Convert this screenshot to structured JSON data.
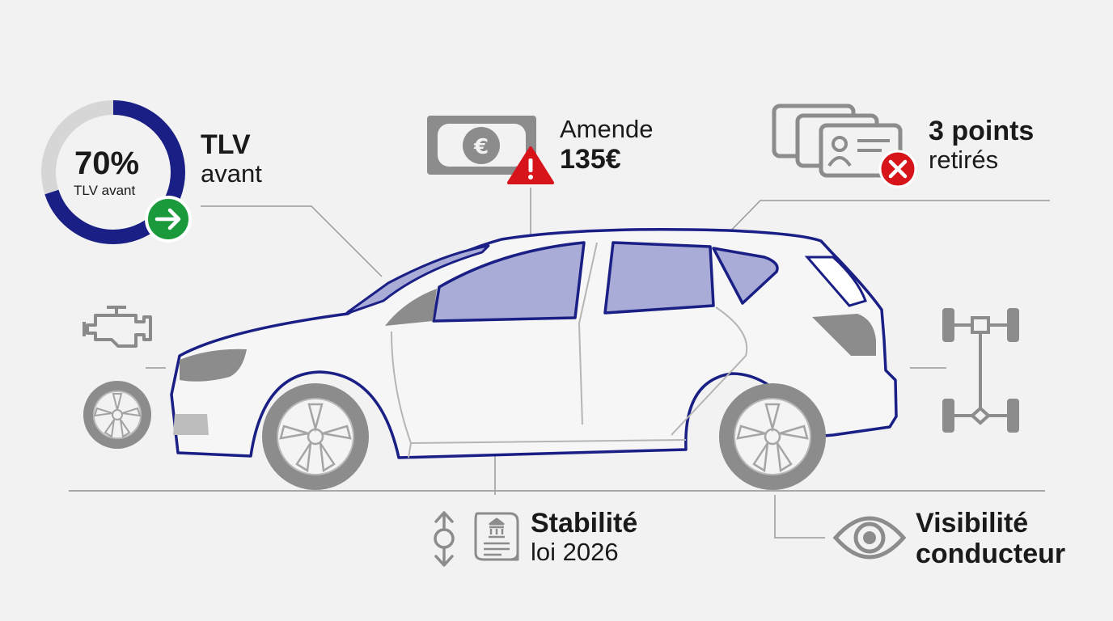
{
  "gauge": {
    "percent_label": "70%",
    "sub_label": "TLV avant",
    "fill_fraction": 0.7,
    "fill_color": "#1a1f85",
    "track_color": "#d6d6d6",
    "badge_color": "#1a9a3a"
  },
  "tlv": {
    "line1": "TLV",
    "line2": "avant"
  },
  "amende": {
    "line1": "Amende",
    "line2": "135€",
    "warning_color": "#d7141a"
  },
  "points": {
    "line1": "3 points",
    "line2": "retirés",
    "cross_color": "#d7141a"
  },
  "stabilite": {
    "line1": "Stabilité",
    "line2": "loi 2026"
  },
  "visibilite": {
    "line1": "Visibilité",
    "line2": "conducteur"
  },
  "icons": [
    "gauge-icon",
    "arrow-right-icon",
    "banknote-euro-icon",
    "warning-icon",
    "id-cards-icon",
    "cross-icon",
    "engine-icon",
    "wheel-icon",
    "chassis-icon",
    "stability-arrows-icon",
    "law-document-icon",
    "eye-icon"
  ],
  "colors": {
    "car_outline": "#1a1f85",
    "tint": "#a9acd6",
    "icon_grey": "#8a8a8a"
  }
}
